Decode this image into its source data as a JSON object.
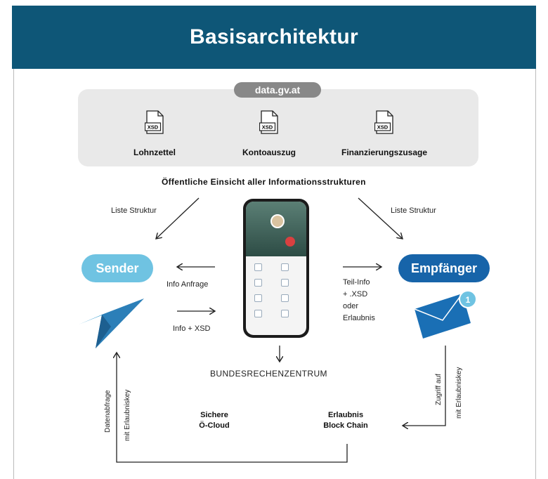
{
  "header": {
    "title": "Basisarchitektur"
  },
  "repository": {
    "badge": "data.gv.at",
    "documents": [
      {
        "icon": "xsd-file-icon",
        "icon_text": "XSD",
        "label": "Lohnzettel"
      },
      {
        "icon": "xsd-file-icon",
        "icon_text": "XSD",
        "label": "Kontoauszug"
      },
      {
        "icon": "xsd-file-icon",
        "icon_text": "XSD",
        "label": "Finanzierungszusage"
      }
    ]
  },
  "public_caption": "Öffentliche Einsicht aller Informationsstrukturen",
  "left_list_label": "Liste Struktur",
  "right_list_label": "Liste Struktur",
  "sender": {
    "label": "Sender",
    "color": "#6fc3e2",
    "icon": "paper-plane-icon"
  },
  "receiver": {
    "label": "Empfänger",
    "color": "#1764a9",
    "icon": "envelope-icon",
    "badge": "1"
  },
  "flows": {
    "info_request": "Info Anfrage",
    "info_xsd": "Info + XSD",
    "partial_info": [
      "Teil-Info",
      "+ .XSD",
      "oder",
      "Erlaubnis"
    ]
  },
  "center": {
    "device_icon": "smartphone-icon",
    "data_center": "BUNDESRECHENZENTRUM"
  },
  "cloud": {
    "line1": "Sichere",
    "line2": "Ö-Cloud"
  },
  "blockchain": {
    "line1": "Erlaubnis",
    "line2": "Block Chain"
  },
  "left_vertical": {
    "data_query": "Datenabfrage",
    "with_key": "mit Erlaubniskey"
  },
  "right_vertical": {
    "access": "Zugriff auf",
    "with_key": "mit Erlaubniskey"
  },
  "colors": {
    "header": "#0e5677",
    "panel": "#e9e9e9",
    "badge": "#888888"
  }
}
